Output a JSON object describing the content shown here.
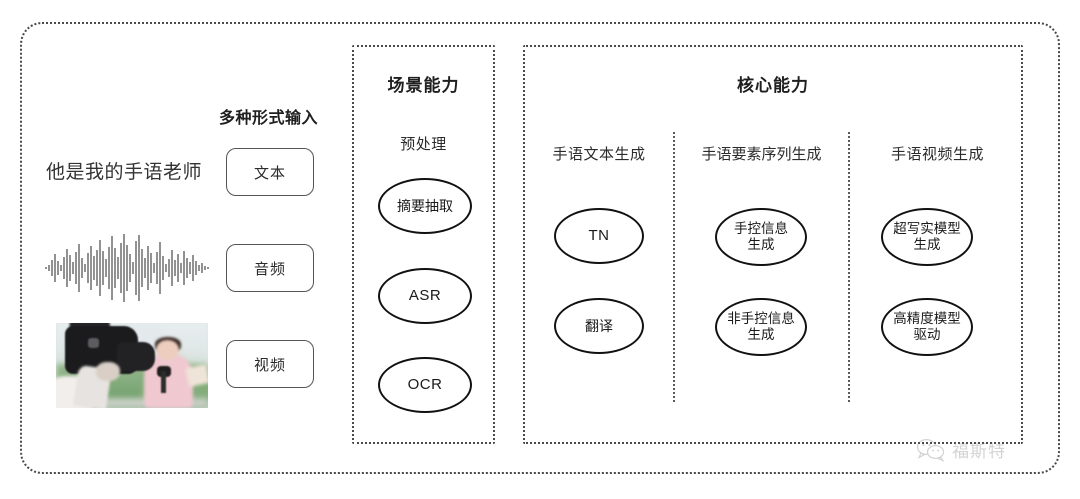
{
  "diagram": {
    "input_section": {
      "heading": "多种形式输入",
      "sample_sentence": "他是我的手语老师",
      "modalities": [
        {
          "label": "文本",
          "media": "text-sample"
        },
        {
          "label": "音频",
          "media": "audio-waveform"
        },
        {
          "label": "视频",
          "media": "video-thumbnail"
        }
      ]
    },
    "panels": [
      {
        "id": "scene",
        "title": "场景能力",
        "columns": [
          {
            "title": "预处理",
            "nodes": [
              {
                "label": "摘要抽取",
                "lines": [
                  "摘要抽取"
                ]
              },
              {
                "label": "ASR",
                "lines": [
                  "ASR"
                ]
              },
              {
                "label": "OCR",
                "lines": [
                  "OCR"
                ]
              }
            ]
          }
        ]
      },
      {
        "id": "core",
        "title": "核心能力",
        "columns": [
          {
            "title": "手语文本生成",
            "nodes": [
              {
                "label": "TN",
                "lines": [
                  "TN"
                ]
              },
              {
                "label": "翻译",
                "lines": [
                  "翻译"
                ]
              }
            ]
          },
          {
            "title": "手语要素序列生成",
            "nodes": [
              {
                "label": "手控信息生成",
                "lines": [
                  "手控信息",
                  "生成"
                ]
              },
              {
                "label": "非手控信息生成",
                "lines": [
                  "非手控信息",
                  "生成"
                ]
              }
            ]
          },
          {
            "title": "手语视频生成",
            "nodes": [
              {
                "label": "超写实模型生成",
                "lines": [
                  "超写实模型",
                  "生成"
                ]
              },
              {
                "label": "高精度模型驱动",
                "lines": [
                  "高精度模型",
                  "驱动"
                ]
              }
            ]
          }
        ]
      }
    ],
    "watermark": {
      "text": "福斯特",
      "icon": "wechat-icon"
    },
    "colors": {
      "background": "#ffffff",
      "dotted_border": "#4a4a4a",
      "ellipse_stroke": "#111111",
      "box_stroke": "#555555",
      "text": "#2b2b2b",
      "watermark": "#7a7a7a"
    }
  }
}
